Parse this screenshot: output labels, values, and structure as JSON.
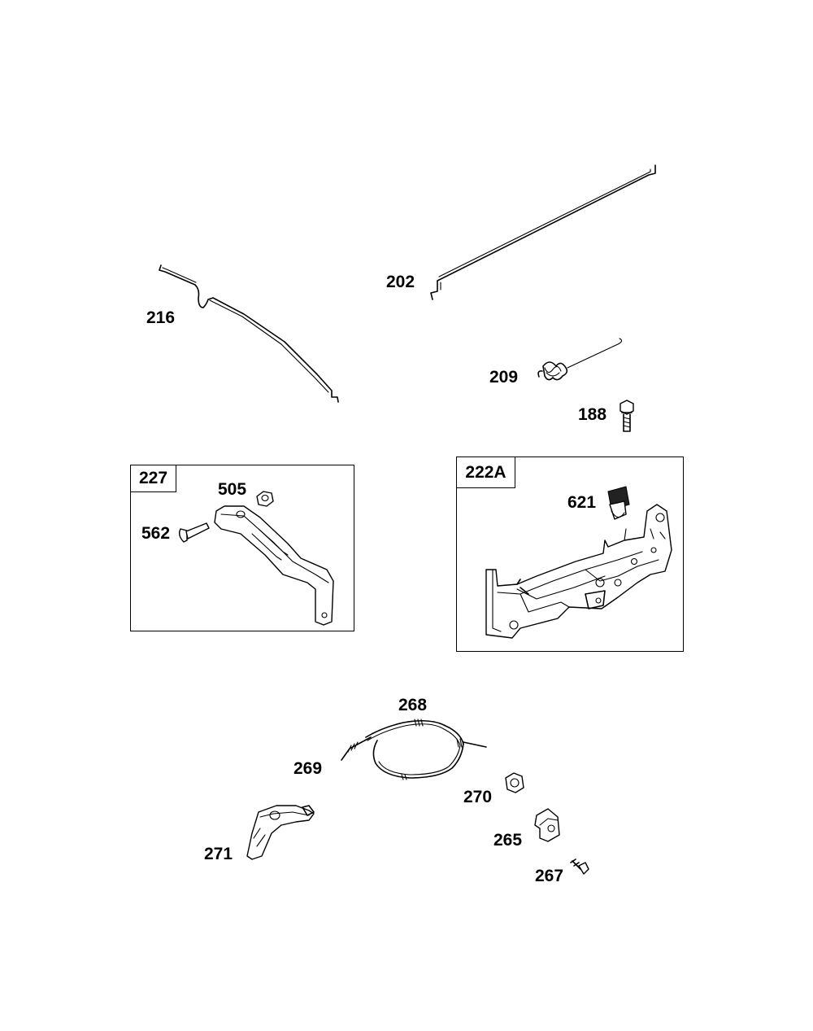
{
  "labels": {
    "p216": "216",
    "p202": "202",
    "p209": "209",
    "p188": "188",
    "p505": "505",
    "p562": "562",
    "p621": "621",
    "p268": "268",
    "p269": "269",
    "p270": "270",
    "p265": "265",
    "p271": "271",
    "p267": "267"
  },
  "boxes": {
    "box227": "227",
    "box222a": "222A"
  },
  "colors": {
    "line": "#000000",
    "background": "#ffffff",
    "shade": "#9a9a9a"
  }
}
